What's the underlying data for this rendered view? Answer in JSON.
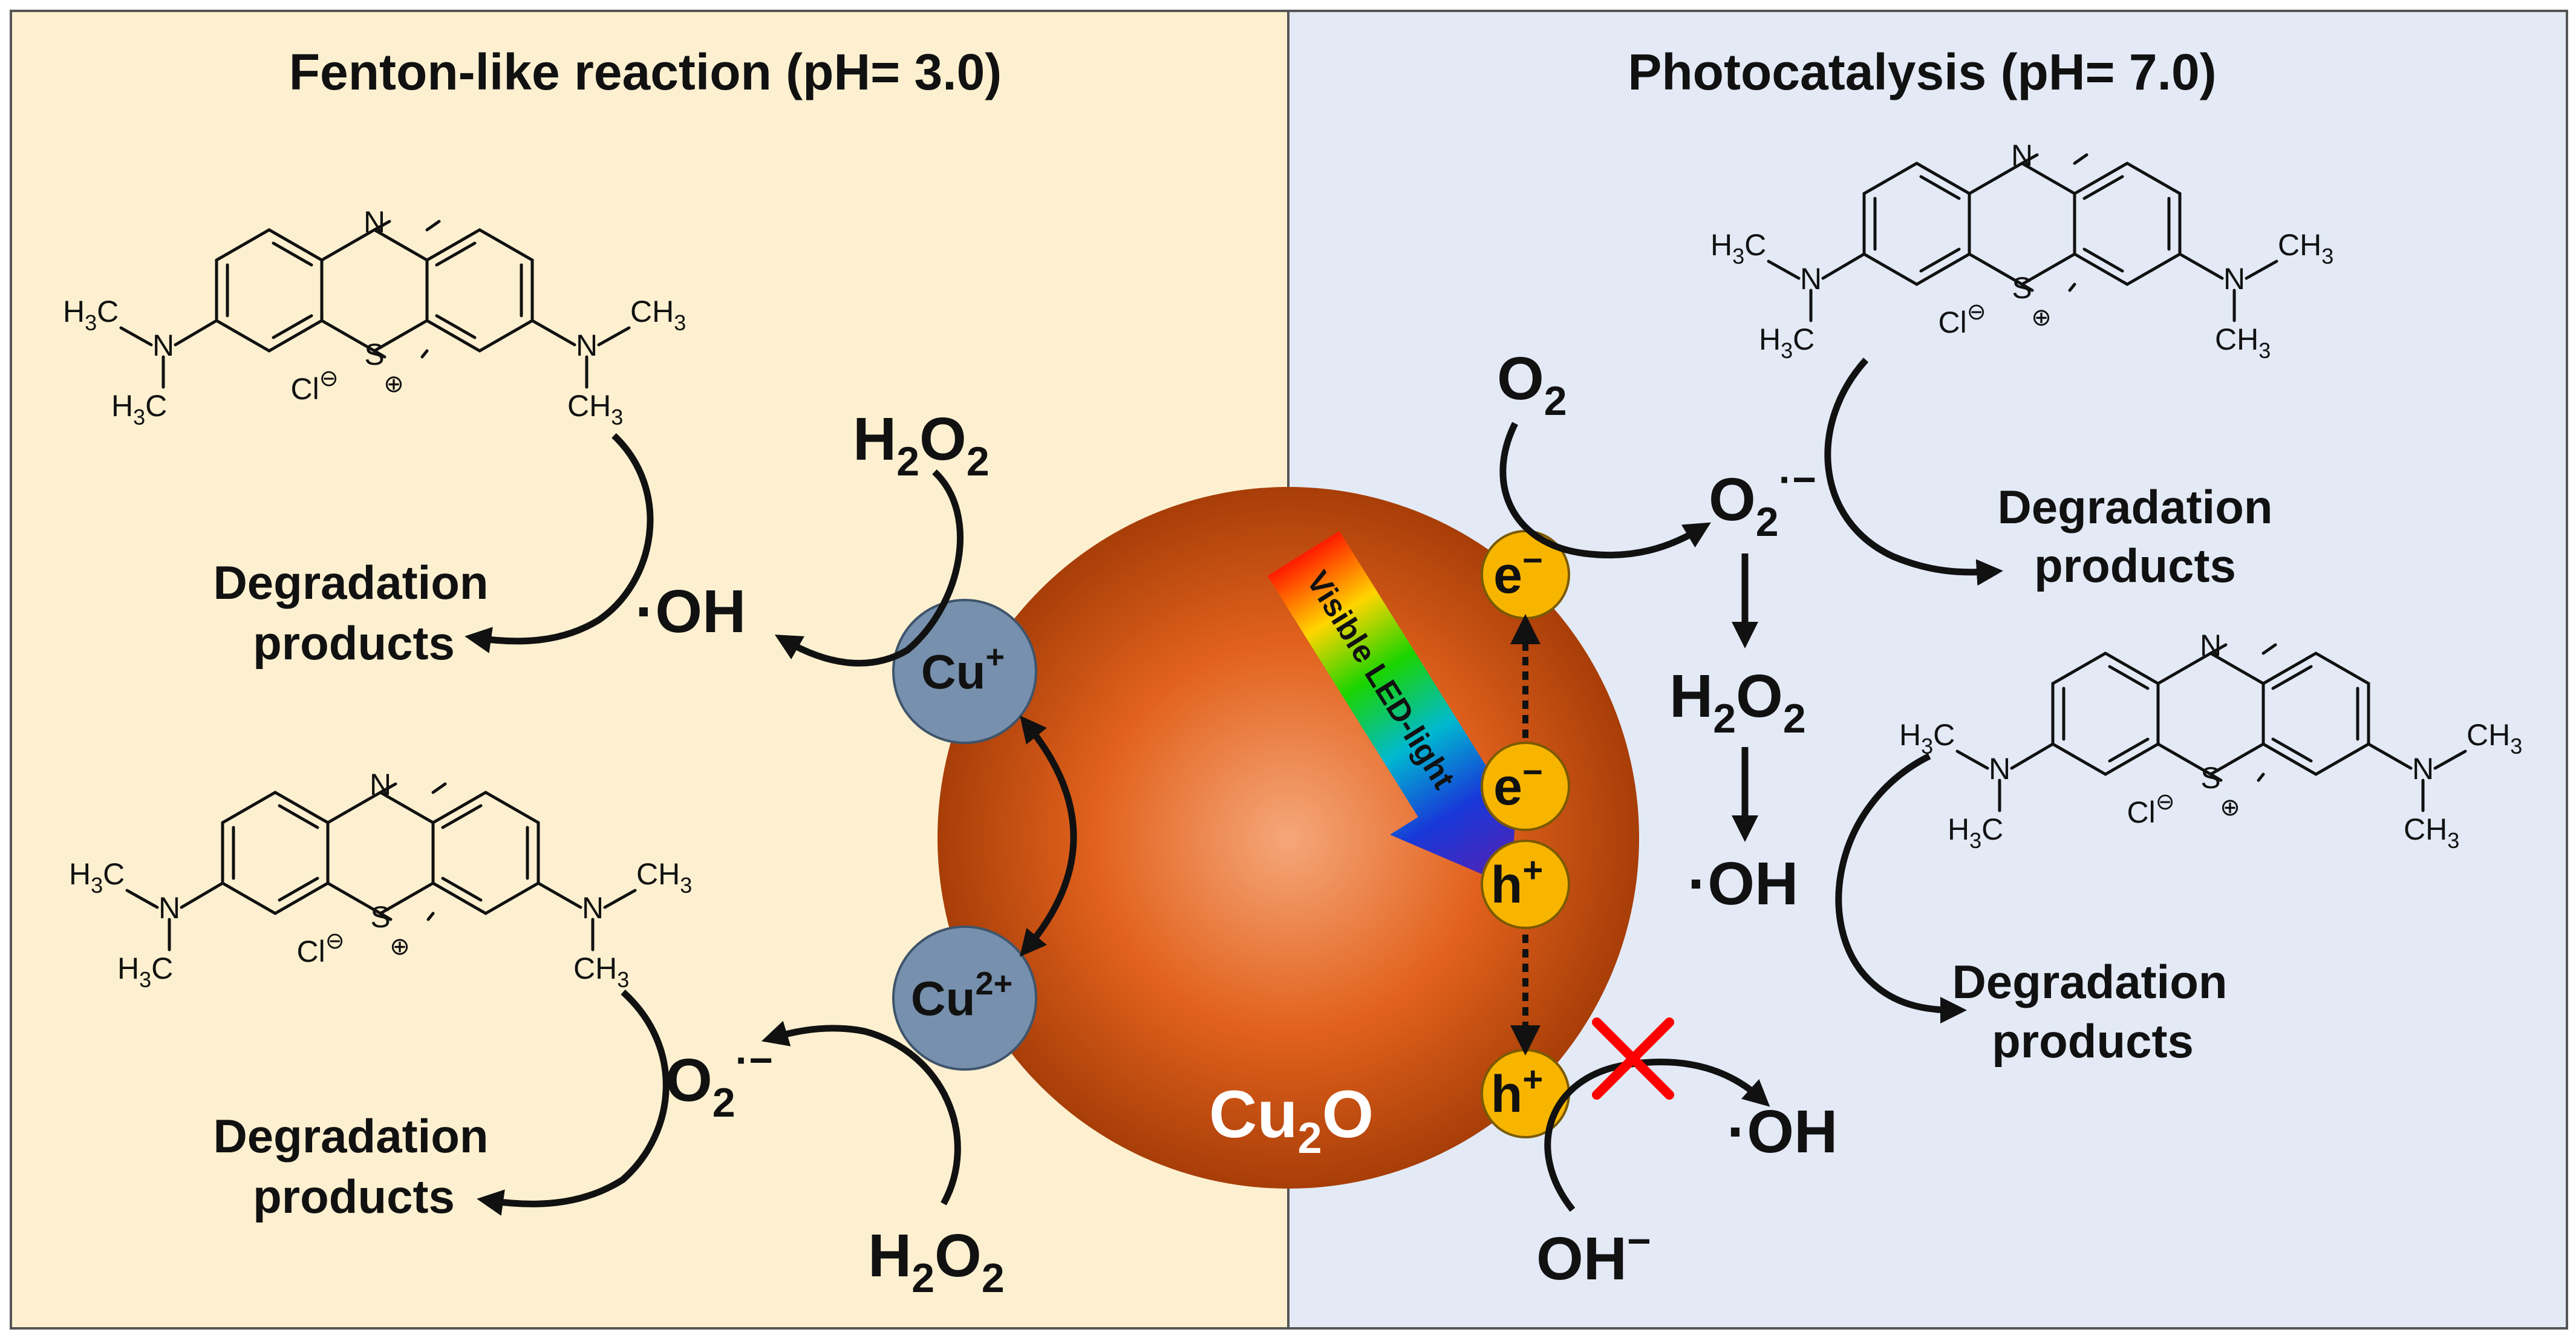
{
  "colors": {
    "left_panel": "#fdf0d0",
    "right_panel": "#e3eaf6",
    "border": "#555555",
    "particle_center": "#f5a77a",
    "particle_mid": "#e2621d",
    "particle_edge": "#a83e08",
    "cu_node": "#7690ad",
    "charge_node": "#f7b500",
    "cross": "#ff0000"
  },
  "left": {
    "title": "Fenton-like reaction (pH= 3.0)",
    "h2o2_top": {
      "base": "H",
      "sub1": "2",
      "mid": "O",
      "sub2": "2"
    },
    "oh_top": "·OH",
    "products_top": [
      "Degradation",
      "products"
    ],
    "o2_radical": {
      "base": "O",
      "sub": "2",
      "sup": "·−"
    },
    "products_bottom": [
      "Degradation",
      "products"
    ],
    "h2o2_bottom": {
      "base": "H",
      "sub1": "2",
      "mid": "O",
      "sub2": "2"
    },
    "cu_plus": {
      "base": "Cu",
      "sup": "+"
    },
    "cu_2plus": {
      "base": "Cu",
      "sup": "2+"
    }
  },
  "center": {
    "particle": {
      "base": "Cu",
      "sub": "2",
      "tail": "O"
    },
    "light_label": "Visible LED-light",
    "e_top": {
      "base": "e",
      "sup": "−"
    },
    "e_mid": {
      "base": "e",
      "sup": "−"
    },
    "h_mid": {
      "base": "h",
      "sup": "+"
    },
    "h_bottom": {
      "base": "h",
      "sup": "+"
    }
  },
  "right": {
    "title": "Photocatalysis (pH= 7.0)",
    "o2": {
      "base": "O",
      "sub": "2"
    },
    "o2_radical": {
      "base": "O",
      "sub": "2",
      "sup": "·−"
    },
    "h2o2": {
      "base": "H",
      "sub1": "2",
      "mid": "O",
      "sub2": "2"
    },
    "oh_mid": "·OH",
    "oh_bottom": "·OH",
    "oh_minus": {
      "base": "OH",
      "sup": "−"
    },
    "products_top": [
      "Degradation",
      "products"
    ],
    "products_bottom": [
      "Degradation",
      "products"
    ]
  },
  "molecule": {
    "n_ring": "N",
    "s_ring": "S",
    "s_charge": "⊕",
    "counter_ion": "Cl",
    "counter_charge": "⊖",
    "amine_n": "N",
    "methyl": {
      "base": "H",
      "sub": "3",
      "tail": "C"
    },
    "methyl_r": {
      "base": "CH",
      "sub": "3"
    }
  }
}
